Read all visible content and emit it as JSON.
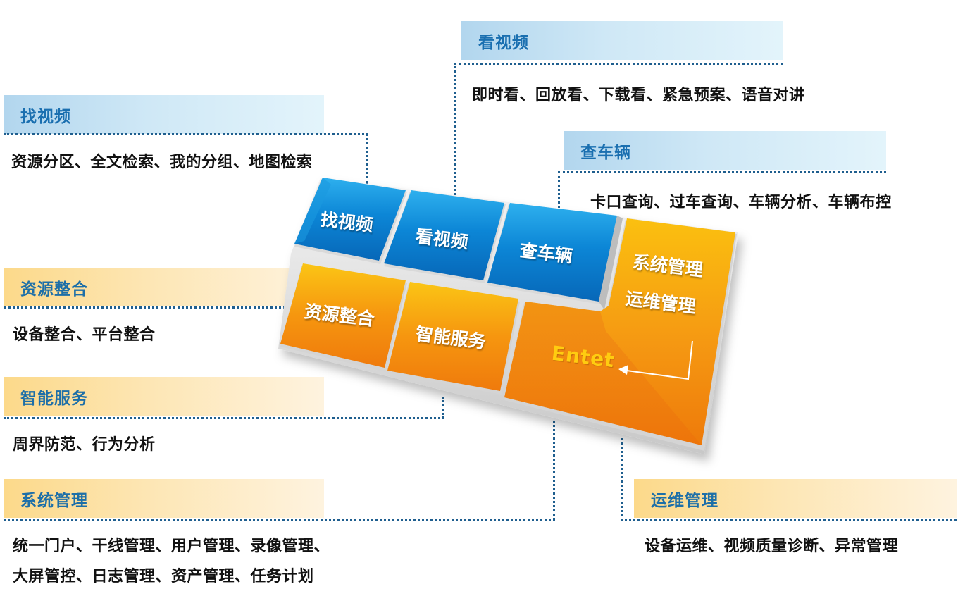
{
  "sections": {
    "find_video": {
      "title": "找视频",
      "items": "资源分区、全文检索、我的分组、地图检索"
    },
    "watch_video": {
      "title": "看视频",
      "items": "即时看、回放看、下载看、紧急预案、语音对讲"
    },
    "check_vehicle": {
      "title": "查车辆",
      "items": "卡口查询、过车查询、车辆分析、车辆布控"
    },
    "resource_integration": {
      "title": "资源整合",
      "items": "设备整合、平台整合"
    },
    "smart_service": {
      "title": "智能服务",
      "items": "周界防范、行为分析"
    },
    "system_management": {
      "title": "系统管理",
      "items_line1": "统一门户、干线管理、用户管理、录像管理、",
      "items_line2": "大屏管控、日志管理、资产管理、任务计划"
    },
    "ops_management": {
      "title": "运维管理",
      "items": "设备运维、视频质量诊断、异常管理"
    }
  },
  "keyboard": {
    "keys": {
      "find_video": "找视频",
      "watch_video": "看视频",
      "check_vehicle": "查车辆",
      "resource_integration": "资源整合",
      "smart_service": "智能服务",
      "system_management": "系统管理",
      "ops_management": "运维管理",
      "enter": "Entet"
    },
    "enter_arrow_icon": "return-arrow"
  },
  "colors": {
    "blue_key": "#0a7fd0",
    "orange_key": "#f08a10",
    "yellow_key": "#f9b70f",
    "title_text": "#1a6fb0",
    "dotted_line": "#1f5f8f",
    "blue_banner": "#c6e3f4",
    "orange_banner": "#fde3ac",
    "enter_text": "#ffcc10"
  }
}
